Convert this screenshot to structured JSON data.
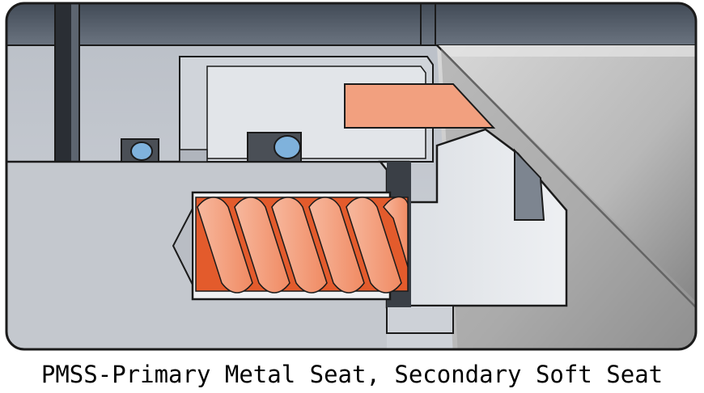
{
  "caption": "PMSS-Primary Metal Seat, Secondary Soft Seat",
  "components": {
    "housing_top": "top housing",
    "stem_seal": "vertical seal strip",
    "seat_retainer": "seat retainer",
    "o_ring_left": "o-ring",
    "o_ring_right": "o-ring",
    "soft_seat": "secondary soft seat insert",
    "metal_seat": "primary metal seat",
    "spring": "compression spring",
    "ball": "ball / closure member"
  },
  "colors": {
    "outline": "#1b1b1b",
    "housing_dark": "#4c5662",
    "housing_mid": "#9aa2ac",
    "body_light": "#c8ccd2",
    "ball_light": "#c4c4c4",
    "ball_dark": "#8c8c8c",
    "spring_light": "#f4a587",
    "spring_dark": "#e0562a",
    "soft_seat": "#f2a07f",
    "o_ring": "#7fb2dc",
    "o_ring_groove": "#4a4f56"
  }
}
